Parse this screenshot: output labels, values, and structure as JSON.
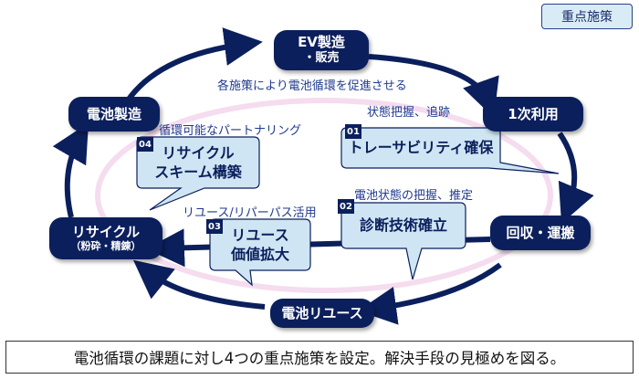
{
  "badge": "重点施策",
  "nodes": {
    "ev": {
      "line1": "EV製造",
      "line2": "・販売"
    },
    "first_use": "1次利用",
    "collect": "回収・運搬",
    "reuse": "電池リユース",
    "recycle": {
      "main": "リサイクル",
      "sub": "（粉砕・精錬）"
    },
    "battery_mfg": "電池製造"
  },
  "labels": {
    "cycle_note": "各施策により電池循環を促進させる",
    "status_track": "状態把握、追跡",
    "status_estimate": "電池状態の把握、推定",
    "reuse_use": "リユース/リパーパス活用",
    "partnering": "循環可能なパートナリング"
  },
  "callouts": {
    "c01": {
      "num": "01",
      "text": "トレーサビリティ確保"
    },
    "c02": {
      "num": "02",
      "text": "診断技術確立"
    },
    "c03": {
      "num": "03",
      "line1": "リユース",
      "line2": "価値拡大"
    },
    "c04": {
      "num": "04",
      "line1": "リサイクル",
      "line2": "スキーム構築"
    }
  },
  "footer": "電池循環の課題に対し4つの重点施策を設定。解決手段の見極めを図る。",
  "colors": {
    "navy": "#0b1f5c",
    "callout_fill": "#cfe5f3",
    "ring": "#f5dcef",
    "label": "#1f3a8f"
  }
}
